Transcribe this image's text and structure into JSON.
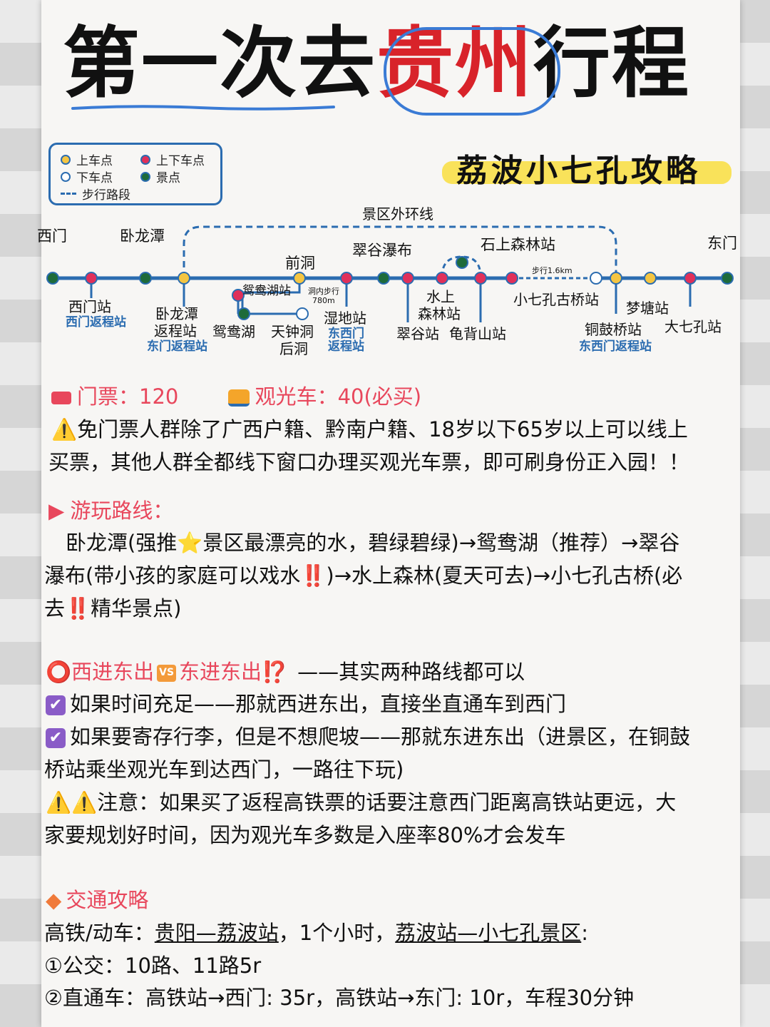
{
  "title": {
    "part1": "第一次去",
    "highlight": "贵州",
    "part2": "行程"
  },
  "subtitle": "荔波小七孔攻略",
  "legend": {
    "pickup": "上车点",
    "pickdrop": "上下车点",
    "dropoff": "下车点",
    "scenic": "景点",
    "walk": "步行路段"
  },
  "map": {
    "outer_loop": "景区外环线",
    "labels": {
      "ximen": "西门",
      "wolongtan": "卧龙潭",
      "qiandong": "前洞",
      "cuigu_pubu": "翠谷瀑布",
      "shishang": "石上森林站",
      "dongmen": "东门",
      "ximen_station": "西门站",
      "ximen_return": "西门返程站",
      "wolongtan_return_1": "卧龙潭",
      "wolongtan_return_2": "返程站",
      "dongmen_return": "东门返程站",
      "yuanyanghu_station": "鸳鸯湖站",
      "yuanyanghu": "鸳鸯湖",
      "tianzhong_1": "天钟洞",
      "tianzhong_2": "后洞",
      "walk_inner_1": "洞内步行",
      "walk_inner_2": "780m",
      "shidi": "湿地站",
      "dongximen_1": "东西门",
      "dongximen_2": "返程站",
      "shuishang_1": "水上",
      "shuishang_2": "森林站",
      "cuigu_station": "翠谷站",
      "guibeishan": "龟背山站",
      "walk_16": "步行1.6km",
      "xiaoqikong": "小七孔古桥站",
      "mengtang": "梦塘站",
      "tonggu": "铜鼓桥站",
      "dongximen_return": "东西门返程站",
      "daqikong": "大七孔站"
    }
  },
  "tickets": {
    "ticket_icon": "ticket-icon",
    "ticket_text": "门票：120",
    "bus_icon": "bus-icon",
    "bus_text": "观光车：40(必买)"
  },
  "notice": {
    "line1": "⚠️免门票人群除了广西户籍、黔南户籍、18岁以下65岁以上可以线上",
    "line2": "买票，其他人群全都线下窗口办理买观光车票，即可刷身份正入园！！"
  },
  "route": {
    "heading": "游玩路线：",
    "line1": "卧龙潭(强推⭐景区最漂亮的水，碧绿碧绿)→鸳鸯湖（推荐）→翠谷",
    "line2": "瀑布(带小孩的家庭可以戏水‼️)→水上森林(夏天可去)→小七孔古桥(必",
    "line3": "去‼️精华景点)"
  },
  "compare": {
    "o_mark": "⭕",
    "west_east": "西进东出",
    "vs": "VS",
    "east_east": "东进东出⁉️",
    "tail": "——其实两种路线都可以",
    "check": "✔",
    "opt1": "如果时间充足——那就西进东出，直接坐直通车到西门",
    "opt2_line1": "如果要寄存行李，但是不想爬坡——那就东进东出（进景区，在铜鼓",
    "opt2_line2": "桥站乘坐观光车到达西门，一路往下玩)",
    "warn_line1": "⚠️⚠️注意：如果买了返程高铁票的话要注意西门距离高铁站更远，大",
    "warn_line2": "家要规划好时间，因为观光车多数是入座率80%才会发车"
  },
  "transport": {
    "diamond": "◆",
    "heading": "交通攻略",
    "line1_a": "高铁/动车：",
    "line1_b": "贵阳—荔波站",
    "line1_c": "，1个小时，",
    "line1_d": "荔波站—小七孔景区",
    "line1_e": ":",
    "line2": "①公交：10路、11路5r",
    "line3": "②直通车：高铁站→西门: 35r，高铁站→东门: 10r，车程30分钟"
  },
  "colors": {
    "title_red": "#d8232a",
    "circle_blue": "#3a7bd5",
    "highlight_yellow": "#f9e25a",
    "line_blue": "#2b6cb0",
    "section_pink": "#e8475c"
  }
}
